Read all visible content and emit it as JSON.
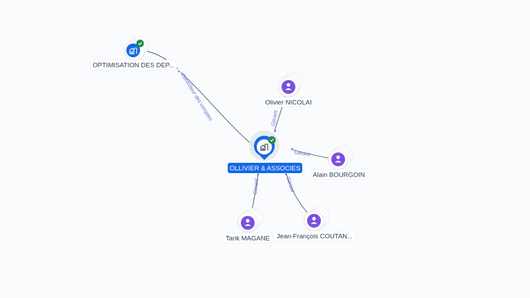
{
  "colors": {
    "background": "#f9fbfd",
    "company": "#1568e6",
    "person": "#7b4fe0",
    "verified": "#1e8a4c",
    "edge_label": "#6b67d6",
    "arrow": "#1568e6"
  },
  "nodes": {
    "main": {
      "label": "OLLIVIER & ASSOCIES",
      "type": "company",
      "icon": "building-icon",
      "verified": true
    },
    "optimisation": {
      "label": "OPTIMISATION DES DEP...",
      "type": "company",
      "icon": "building-icon",
      "verified": true
    },
    "nicolai": {
      "label": "Olivier NICOLAI",
      "type": "person",
      "icon": "person-icon"
    },
    "bourgoin": {
      "label": "Alain BOURGOIN",
      "type": "person",
      "icon": "person-icon"
    },
    "magane": {
      "label": "Tarik MAGANE",
      "type": "person",
      "icon": "person-icon"
    },
    "coutan": {
      "label": "Jean-François COUTAN...",
      "type": "person",
      "icon": "person-icon"
    }
  },
  "edges": [
    {
      "from": "main",
      "to": "optimisation",
      "label": "Contrôleur des comptes"
    },
    {
      "from": "nicolai",
      "to": "main",
      "label": "Gérant"
    },
    {
      "from": "bourgoin",
      "to": "main",
      "label": "Gérant"
    },
    {
      "from": "magane",
      "to": "main",
      "label": "Gérant"
    },
    {
      "from": "coutan",
      "to": "main",
      "label": "Gérant"
    }
  ]
}
